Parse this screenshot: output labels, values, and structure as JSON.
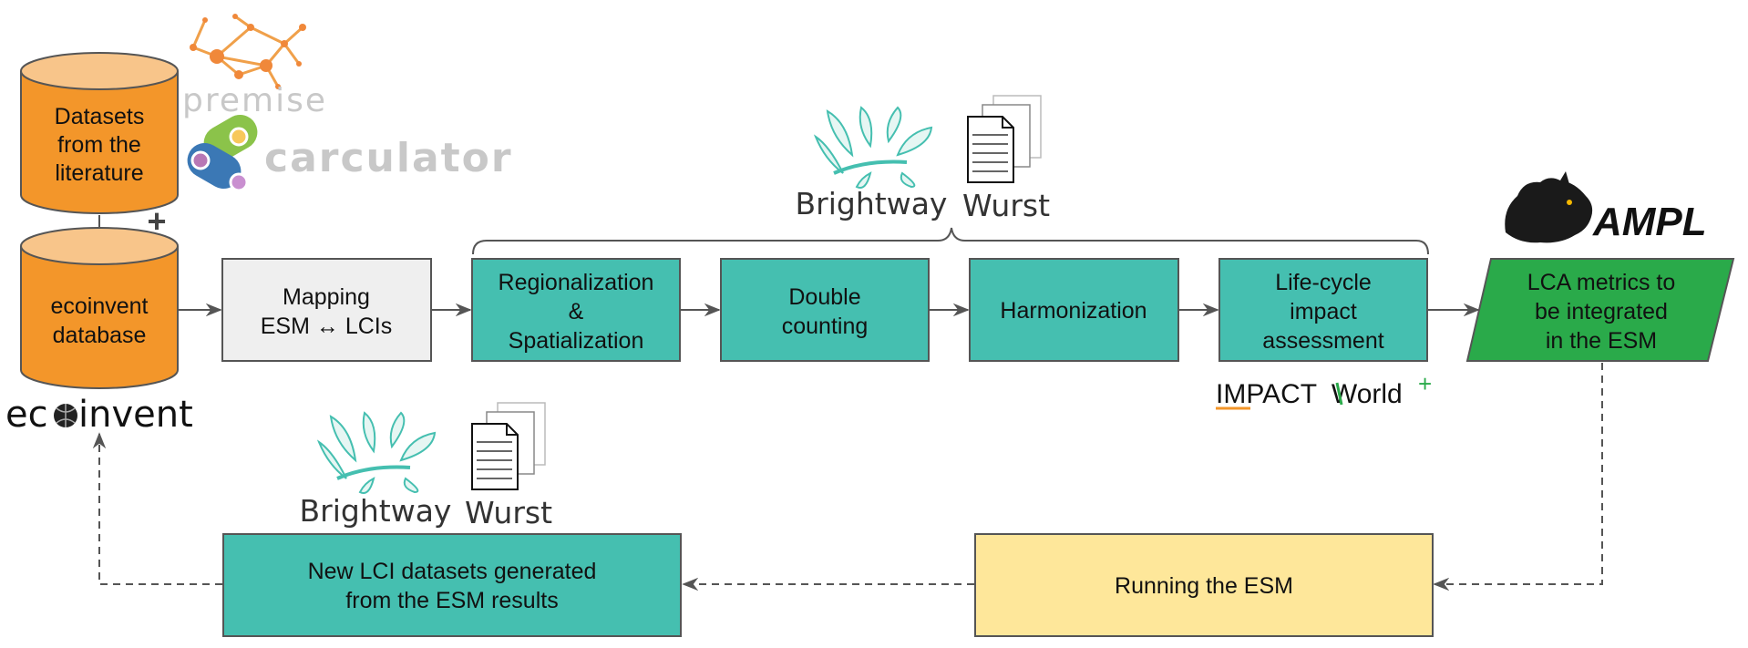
{
  "nodes": {
    "literature": {
      "lines": [
        "Datasets",
        "from the",
        "literature"
      ]
    },
    "ecoinvent_db": {
      "lines": [
        "ecoinvent",
        "database"
      ]
    },
    "mapping": {
      "lines": [
        "Mapping",
        "ESM ↔ LCIs"
      ]
    },
    "regionalization": {
      "lines": [
        "Regionalization",
        "&",
        "Spatialization"
      ]
    },
    "double_counting": {
      "lines": [
        "Double",
        "counting"
      ]
    },
    "harmonization": {
      "lines": [
        "Harmonization"
      ]
    },
    "lcia": {
      "lines": [
        "Life-cycle",
        "impact",
        "assessment"
      ]
    },
    "lca_metrics": {
      "lines": [
        "LCA metrics to",
        "be integrated",
        "in the ESM"
      ]
    },
    "running_esm": {
      "lines": [
        "Running the ESM"
      ]
    },
    "new_lci": {
      "lines": [
        "New LCI datasets generated",
        "from the ESM results"
      ]
    }
  },
  "plus_sign": "+",
  "logos": {
    "premise": "premise",
    "carculator": "carculator",
    "ecoinvent": {
      "left": "ec",
      "right": "invent"
    },
    "ampl": "AMPL",
    "impact_world": {
      "part1": "IMPACT",
      "part2": "World",
      "plus": "+"
    }
  },
  "tools_top": {
    "brightway": "Brightway",
    "wurst": "Wurst"
  },
  "tools_bottom": {
    "brightway": "Brightway",
    "wurst": "Wurst"
  },
  "colors": {
    "orange": "#F3962A",
    "orange_top": "#F8C58A",
    "teal": "#45BFB0",
    "grey_box": "#EFEFEF",
    "green": "#2AAA4A",
    "yellow": "#FEE79A",
    "arrow": "#555555"
  }
}
